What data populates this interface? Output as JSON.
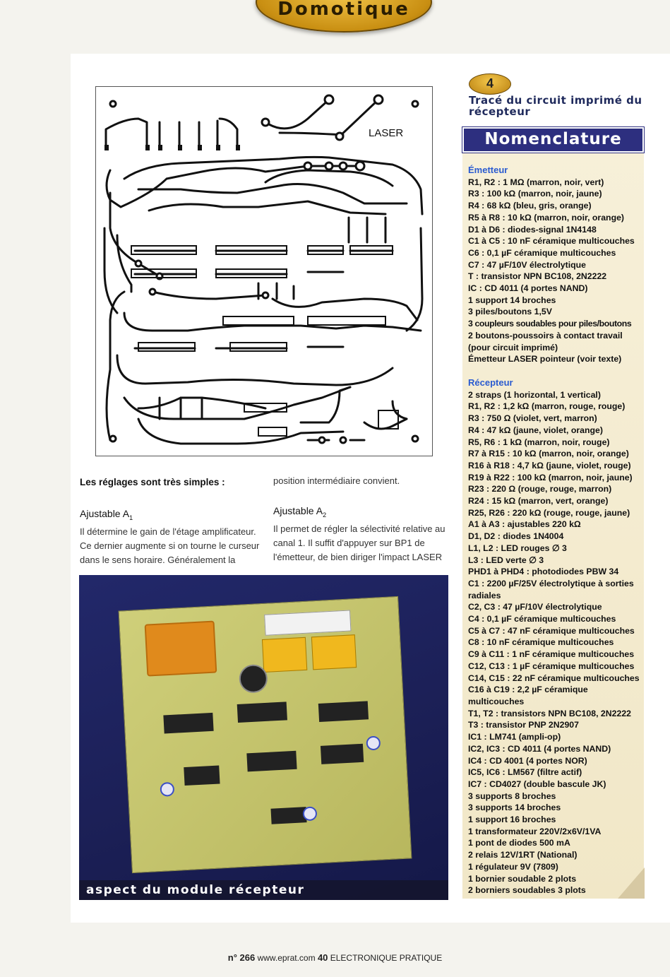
{
  "header": {
    "banner": "Domotique"
  },
  "figure": {
    "number": "4",
    "title": "Tracé du circuit imprimé du récepteur",
    "pcb_label": "LASER"
  },
  "article": {
    "intro": "Les réglages sont très simples :",
    "aj1_title": "Ajustable A",
    "aj1_sub": "1",
    "aj1_text": "Il détermine le gain de l'étage amplificateur. Ce dernier augmente si on tourne le curseur dans le sens horaire. Généralement la",
    "cont": "position intermédiaire convient.",
    "aj2_title": "Ajustable A",
    "aj2_sub": "2",
    "aj2_text": "Il permet de régler la sélectivité relative au canal 1. Il suffit d'appuyer sur BP1 de l'émetteur, de bien diriger l'impact LASER"
  },
  "photo": {
    "caption": "aspect du module récepteur"
  },
  "nomenclature": {
    "title": "Nomenclature",
    "emetteur_title": "Émetteur",
    "emetteur": [
      "R1, R2 : 1 MΩ (marron, noir, vert)",
      "R3 : 100 kΩ (marron, noir, jaune)",
      "R4 : 68 kΩ (bleu, gris, orange)",
      "R5 à R8 : 10 kΩ (marron, noir, orange)",
      "D1 à D6 : diodes-signal 1N4148",
      "C1 à C5 : 10 nF céramique multicouches",
      "C6 : 0,1 µF céramique multicouches",
      "C7 : 47 µF/10V électrolytique",
      "T : transistor NPN BC108, 2N2222",
      "IC : CD 4011 (4 portes NAND)",
      "1 support 14 broches",
      "3 piles/boutons 1,5V",
      "3 coupleurs soudables pour piles/boutons",
      "2 boutons-poussoirs à contact travail (pour circuit imprimé)",
      "Émetteur LASER pointeur (voir texte)"
    ],
    "recepteur_title": "Récepteur",
    "recepteur": [
      "2 straps (1 horizontal, 1 vertical)",
      "R1, R2 : 1,2 kΩ (marron, rouge, rouge)",
      "R3 : 750 Ω (violet, vert, marron)",
      "R4 : 47 kΩ (jaune, violet, orange)",
      "R5, R6 : 1 kΩ (marron, noir, rouge)",
      "R7 à R15 : 10 kΩ (marron, noir, orange)",
      "R16 à R18 : 4,7 kΩ (jaune, violet, rouge)",
      "R19 à R22 : 100 kΩ (marron, noir, jaune)",
      "R23 : 220 Ω (rouge, rouge, marron)",
      "R24 : 15 kΩ (marron, vert, orange)",
      "R25, R26 : 220 kΩ (rouge, rouge, jaune)",
      "A1 à A3 : ajustables 220 kΩ",
      "D1, D2 : diodes 1N4004",
      "L1, L2 : LED rouges ∅ 3",
      "L3 : LED verte ∅ 3",
      "PHD1 à PHD4 : photodiodes PBW 34",
      "C1 : 2200 µF/25V électrolytique à sorties radiales",
      "C2, C3 : 47 µF/10V électrolytique",
      "C4 : 0,1 µF céramique multicouches",
      "C5 à C7 : 47 nF céramique multicouches",
      "C8 : 10 nF céramique multicouches",
      "C9 à C11 : 1 nF céramique multicouches",
      "C12, C13 : 1 µF céramique multicouches",
      "C14, C15 : 22 nF céramique multicouches",
      "C16 à C19 : 2,2 µF céramique multicouches",
      "T1, T2 : transistors NPN BC108, 2N2222",
      "T3 : transistor PNP 2N2907",
      "IC1 : LM741 (ampli-op)",
      "IC2, IC3 : CD 4011 (4 portes NAND)",
      "IC4 : CD 4001 (4 portes NOR)",
      "IC5, IC6 : LM567 (filtre actif)",
      "IC7 : CD4027 (double bascule JK)",
      "3 supports 8 broches",
      "3 supports 14 broches",
      "1 support 16 broches",
      "1 transformateur 220V/2x6V/1VA",
      "1 pont de diodes 500 mA",
      "2 relais 12V/1RT (National)",
      "1 régulateur 9V (7809)",
      "1 bornier soudable 2 plots",
      "2 borniers soudables 3 plots"
    ]
  },
  "footer": {
    "issue": "n° 266",
    "url": "www.eprat.com",
    "page": "40",
    "magazine": "ELECTRONIQUE PRATIQUE"
  }
}
